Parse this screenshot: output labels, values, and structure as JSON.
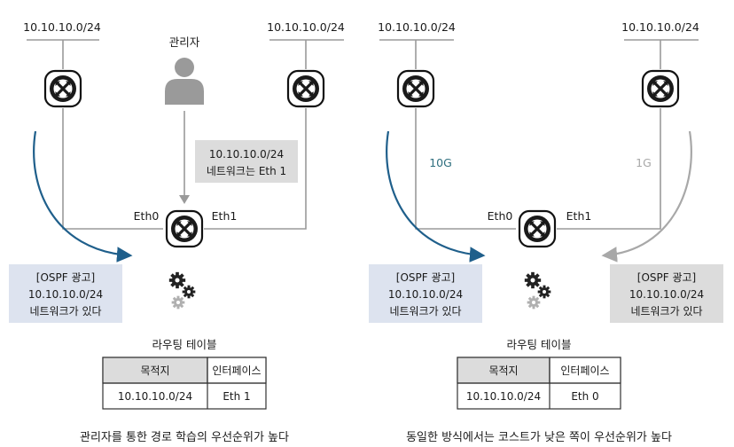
{
  "left": {
    "network_top_left": "10.10.10.0/24",
    "network_top_right": "10.10.10.0/24",
    "admin_label": "관리자",
    "admin_note": [
      "10.10.10.0/24",
      "네트워크는 Eth 1"
    ],
    "port_eth0": "Eth0",
    "port_eth1": "Eth1",
    "ospf_ad": [
      "[OSPF 광고]",
      "10.10.10.0/24",
      "네트워크가 있다"
    ],
    "table_title": "라우팅 테이블",
    "table_headers": [
      "목적지",
      "인터페이스"
    ],
    "table_row": [
      "10.10.10.0/24",
      "Eth 1"
    ],
    "caption": "관리자를 통한 경로 학습의 우선순위가 높다"
  },
  "right": {
    "network_top_left": "10.10.10.0/24",
    "network_top_right": "10.10.10.0/24",
    "link_left": "10G",
    "link_right": "1G",
    "port_eth0": "Eth0",
    "port_eth1": "Eth1",
    "ospf_ad_left": [
      "[OSPF 광고]",
      "10.10.10.0/24",
      "네트워크가 있다"
    ],
    "ospf_ad_right": [
      "[OSPF 광고]",
      "10.10.10.0/24",
      "네트워크가 있다"
    ],
    "table_title": "라우팅 테이블",
    "table_headers": [
      "목적지",
      "인터페이스"
    ],
    "table_row": [
      "10.10.10.0/24",
      "Eth 0"
    ],
    "caption": "동일한 방식에서는 코스트가 낮은 쪽이 우선순위가 높다"
  },
  "colors": {
    "line": "#9a9a9a",
    "arrow_blue": "#1f5f8b",
    "arrow_gray": "#a8a8a8",
    "box_blue": "#dde3ef",
    "box_gray": "#dcdcdc",
    "label_10g": "#2e6e7e",
    "label_1g": "#a8a8a8"
  },
  "icons": [
    "router-icon",
    "admin-person-icon",
    "gears-icon"
  ]
}
